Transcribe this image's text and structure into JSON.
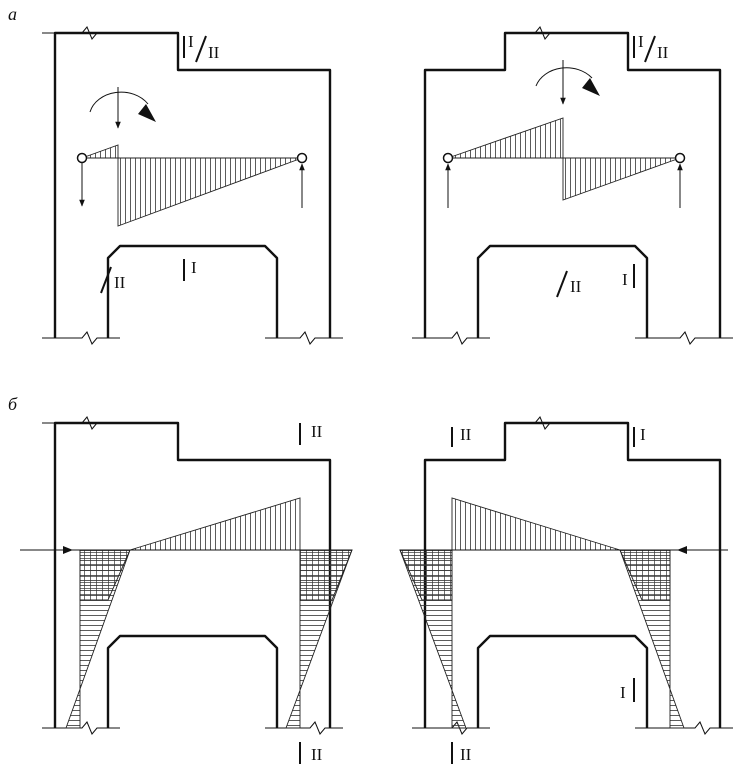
{
  "panels": {
    "a": "а",
    "b": "б"
  },
  "sections": {
    "one": "I",
    "two": "II",
    "one_two": "I/II",
    "slash_two": "/II"
  },
  "colors": {
    "line": "#111111",
    "background": "#ffffff"
  }
}
